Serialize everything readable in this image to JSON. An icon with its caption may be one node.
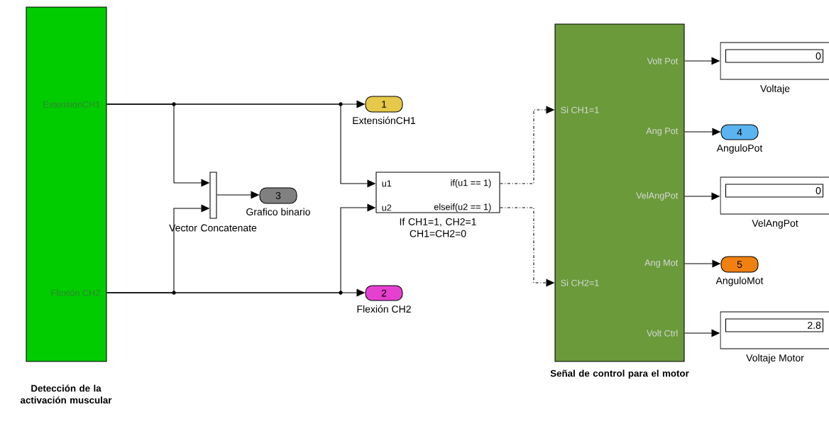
{
  "diagram": {
    "nodes": [
      {
        "text": [
          "ExtensiónCH1",
          "Flexión CH2",
          "Detección de la activación muscular"
        ]
      },
      {
        "text": [
          "Vector Concatenate"
        ]
      },
      {
        "text": [
          "3",
          "Grafico binario"
        ]
      },
      {
        "text": [
          "1",
          "ExtensiónCH1"
        ]
      },
      {
        "text": [
          "u1",
          "u2",
          "if(u1 == 1)",
          "elseif(u2 == 1)",
          "If CH1=1, CH2=1 CH1=CH2=0"
        ]
      },
      {
        "text": [
          "2",
          "Flexión CH2"
        ]
      },
      {
        "text": [
          "Si CH1=1",
          "Si CH2=1",
          "Volt Pot",
          "Ang Pot",
          "VelAngPot",
          "Ang Mot",
          "Volt Ctrl",
          "Señal de control para el motor"
        ]
      },
      {
        "text": [
          "0",
          "Voltaje"
        ]
      },
      {
        "text": [
          "4",
          "AnguloPot"
        ]
      },
      {
        "text": [
          "0",
          "VelAngPot"
        ]
      },
      {
        "text": [
          "5",
          "AnguloMot"
        ]
      },
      {
        "text": [
          "2.8",
          "Voltaje Motor"
        ]
      }
    ],
    "edges": [
      {
        "from": 0,
        "to": 1,
        "arrow": "to"
      },
      {
        "from": 0,
        "to": 1,
        "arrow": "to"
      },
      {
        "from": 0,
        "to": 3,
        "arrow": "to"
      },
      {
        "from": 0,
        "to": 4,
        "arrow": "to"
      },
      {
        "from": 0,
        "to": 4,
        "arrow": "to"
      },
      {
        "from": 0,
        "to": 5,
        "arrow": "to"
      },
      {
        "from": 1,
        "to": 2,
        "arrow": "to"
      },
      {
        "from": 4,
        "to": 6,
        "arrow": "to",
        "style": "dashed"
      },
      {
        "from": 4,
        "to": 6,
        "arrow": "to",
        "style": "dashed"
      },
      {
        "from": 6,
        "to": 7,
        "arrow": "to"
      },
      {
        "from": 6,
        "to": 8,
        "arrow": "to"
      },
      {
        "from": 6,
        "to": 9,
        "arrow": "to"
      },
      {
        "from": 6,
        "to": 10,
        "arrow": "to"
      },
      {
        "from": 6,
        "to": 11,
        "arrow": "to"
      }
    ]
  }
}
